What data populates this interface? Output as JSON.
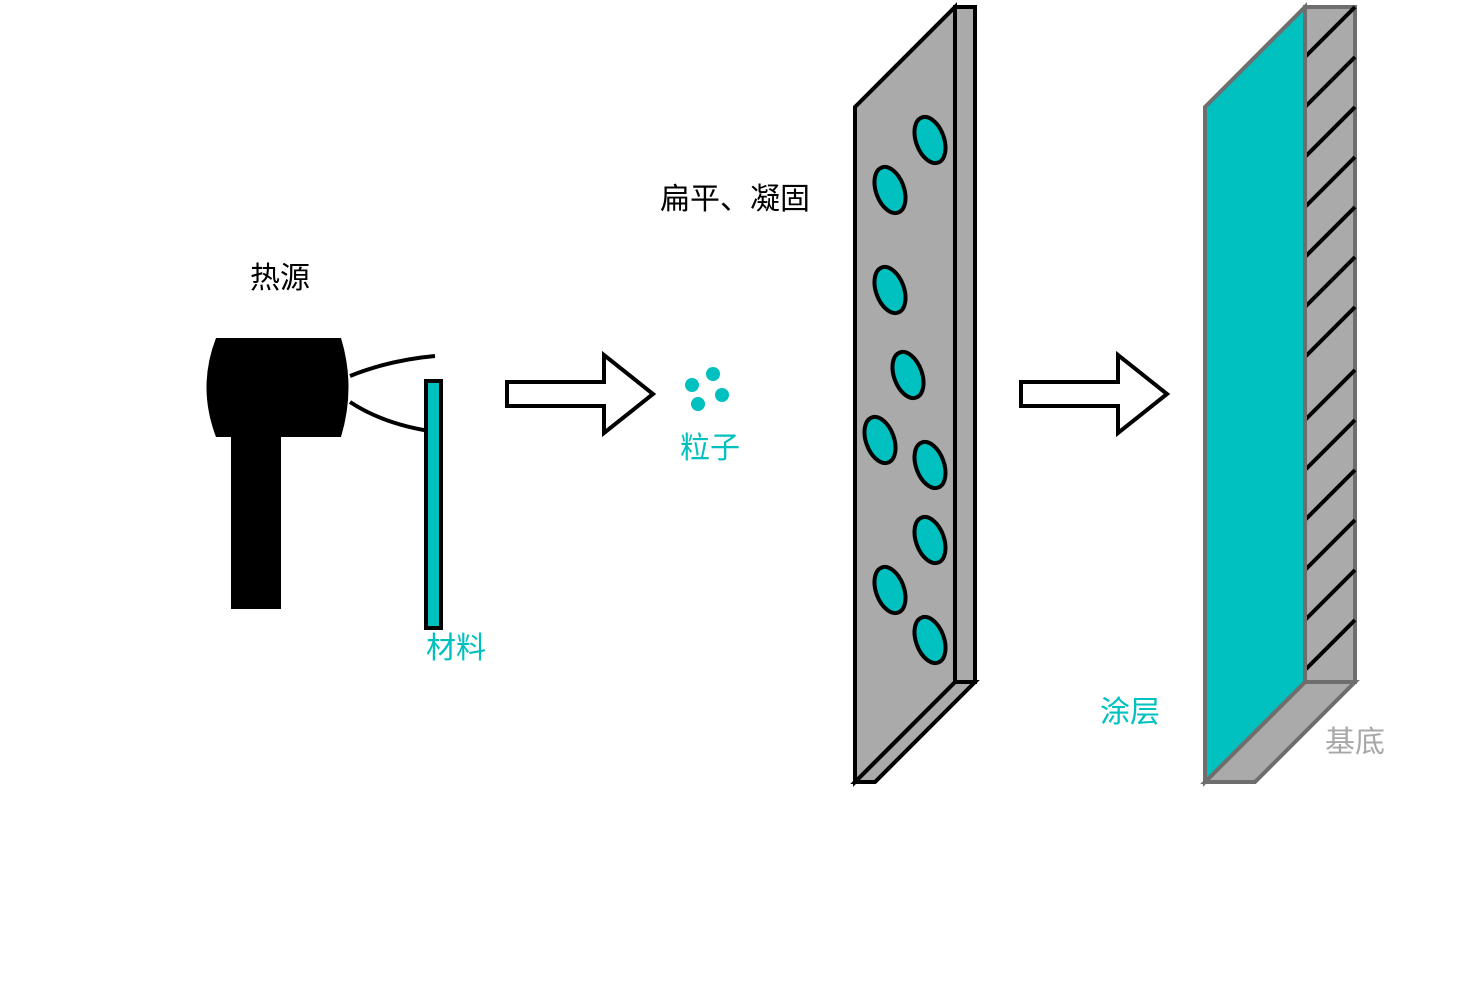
{
  "labels": {
    "heat_source": "热源",
    "material": "材料",
    "particles": "粒子",
    "flatten_solidify": "扁平、凝固",
    "coating": "涂层",
    "substrate": "基底"
  },
  "colors": {
    "teal": "#00c0c0",
    "gray_fill": "#aaaaaa",
    "gray_stroke": "#6e6e6e",
    "black": "#000000"
  },
  "stages": [
    "heat-source-with-material",
    "particles",
    "flattened-splats-on-plate",
    "coating-on-substrate"
  ]
}
